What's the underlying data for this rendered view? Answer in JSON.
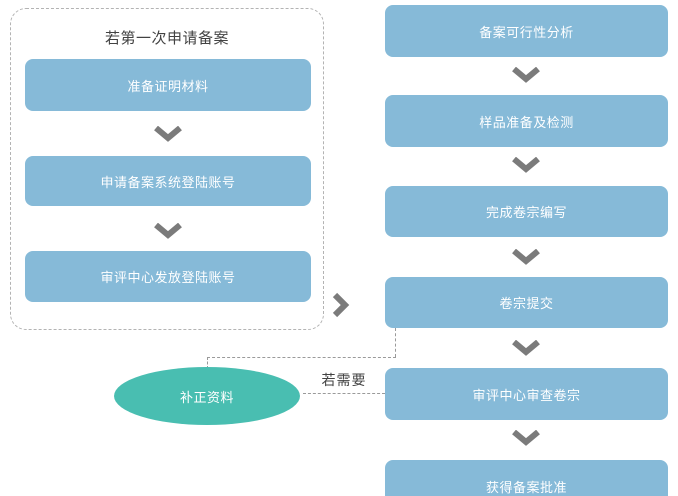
{
  "colors": {
    "box-blue": "#86bad8",
    "ellipse-teal": "#49beb1",
    "arrow-gray": "#7b7b7b",
    "line-gray": "#9a9a9a",
    "border-gray": "#b3b3b3",
    "label-gray": "#424242",
    "box-text": "#ffffff"
  },
  "left_group": {
    "title": "若第一次申请备案",
    "steps": [
      "准备证明材料",
      "申请备案系统登陆账号",
      "审评中心发放登陆账号"
    ]
  },
  "right_flow": {
    "steps": [
      "备案可行性分析",
      "样品准备及检测",
      "完成卷宗编写",
      "卷宗提交",
      "审评中心审查卷宗",
      "获得备案批准"
    ]
  },
  "correction": {
    "ellipse_label": "补正资料",
    "condition_label": "若需要"
  }
}
